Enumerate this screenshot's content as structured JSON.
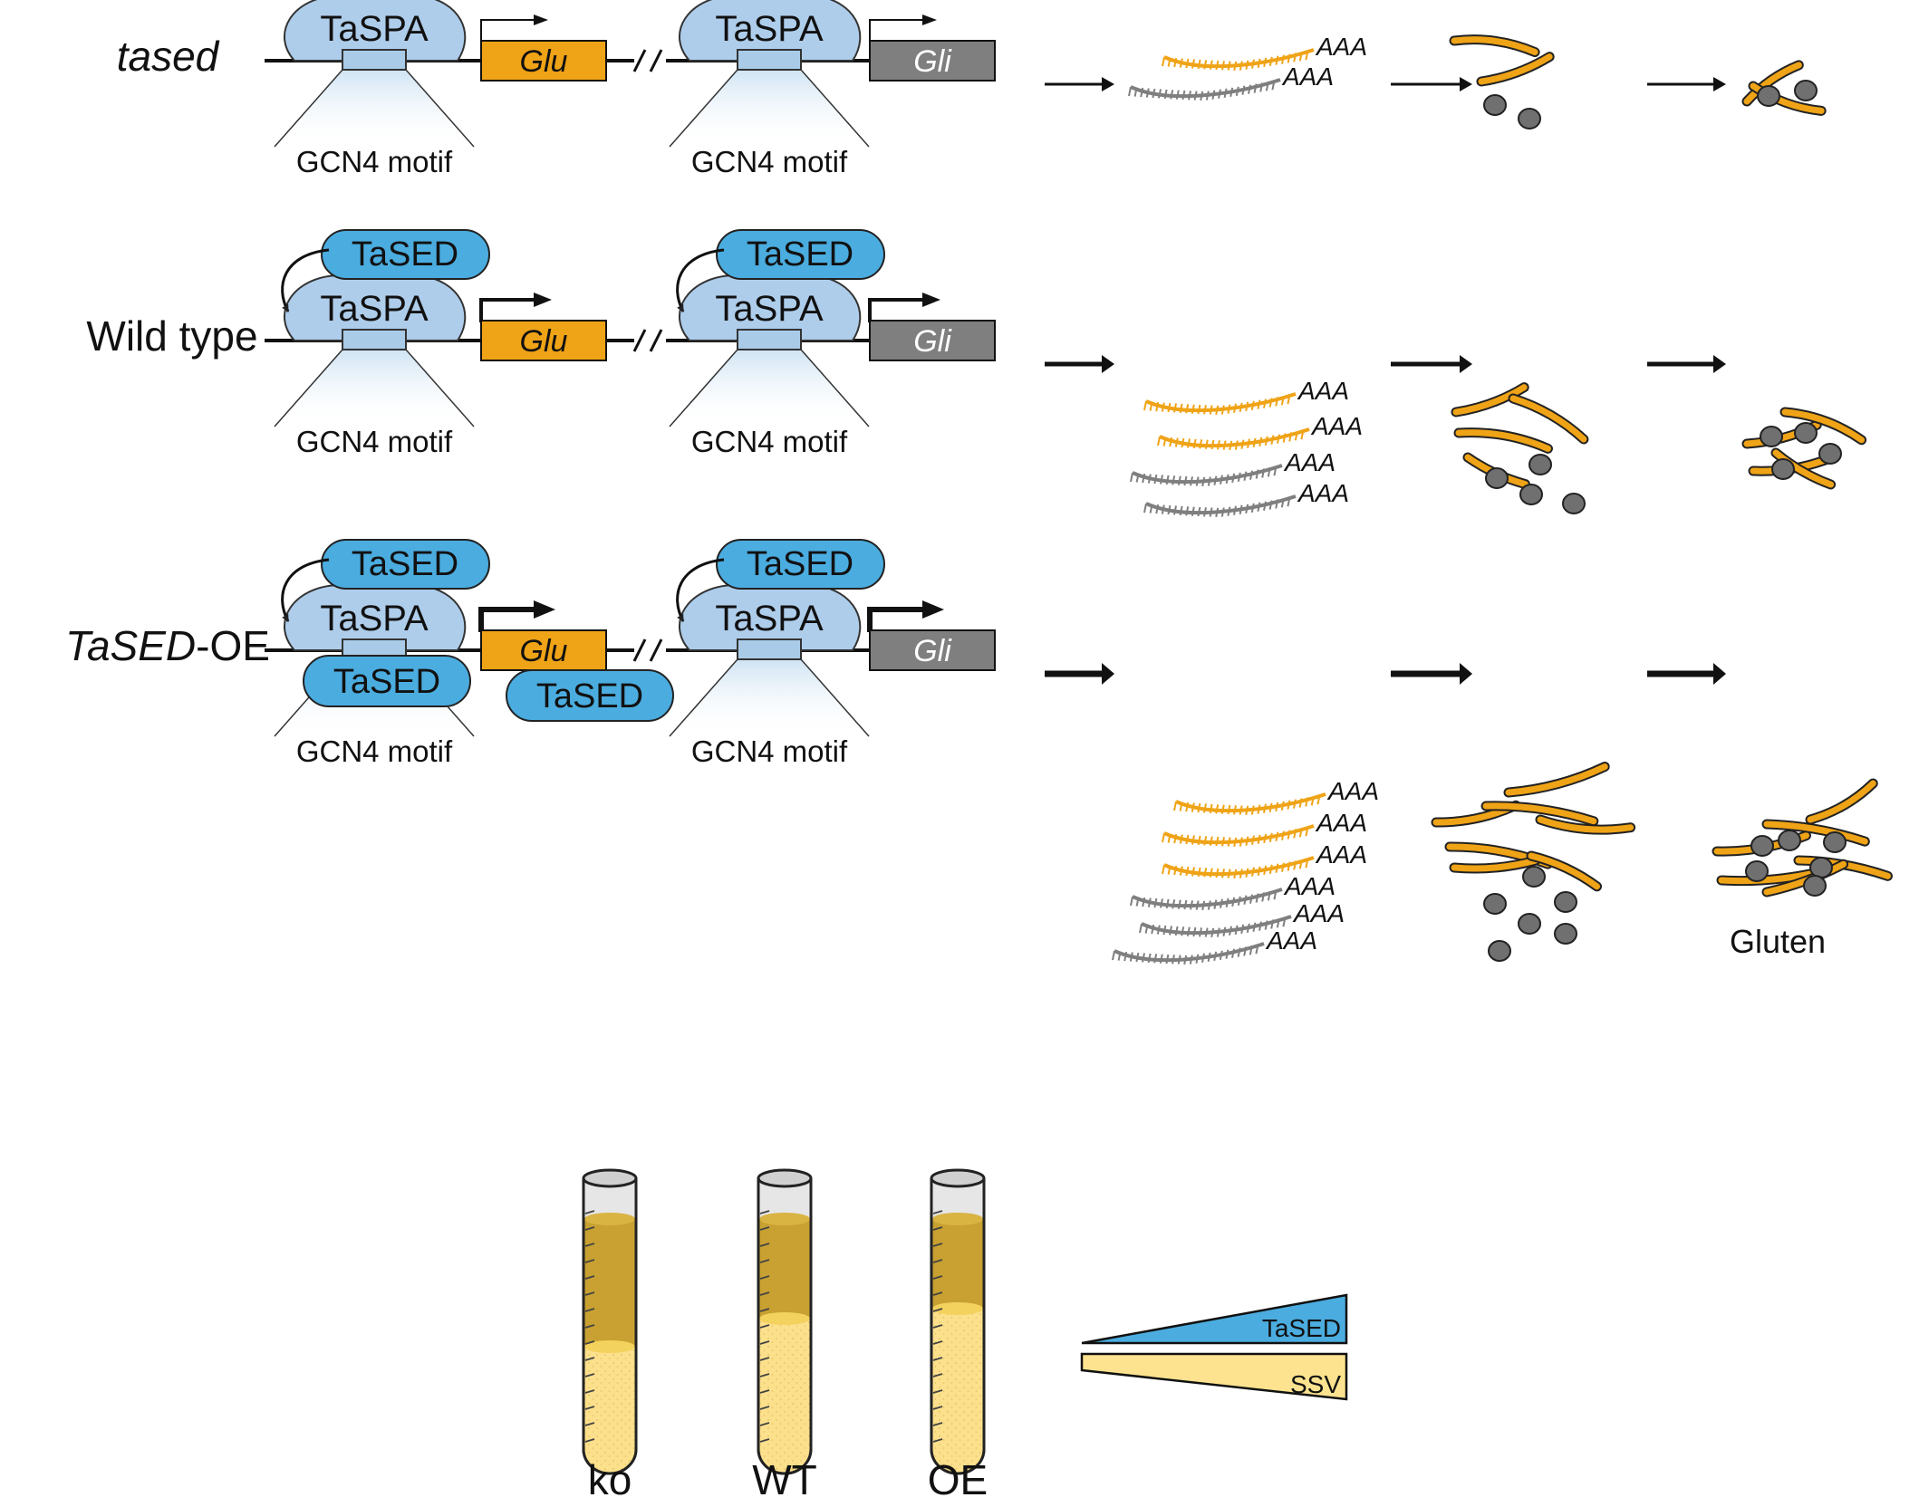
{
  "rows": [
    {
      "label": "tased",
      "label_parts": [
        {
          "t": "tased",
          "italic": true
        }
      ],
      "gene1": "Glu",
      "gene2": "Gli",
      "activator": "TaSPA",
      "motif": "GCN4 motif",
      "partner": null,
      "free_partners": [],
      "mrna_tail": "AAA",
      "product": null
    },
    {
      "label": "Wild type",
      "label_parts": [
        {
          "t": "Wild type",
          "italic": false
        }
      ],
      "gene1": "Glu",
      "gene2": "Gli",
      "activator": "TaSPA",
      "motif": "GCN4 motif",
      "partner": "TaSED",
      "free_partners": [],
      "mrna_tail": "AAA",
      "product": null
    },
    {
      "label": "TaSED-OE",
      "label_parts": [
        {
          "t": "TaSED",
          "italic": true
        },
        {
          "t": "-OE",
          "italic": false
        }
      ],
      "gene1": "Glu",
      "gene2": "Gli",
      "activator": "TaSPA",
      "motif": "GCN4 motif",
      "partner": "TaSED",
      "free_partners": [
        "TaSED",
        "TaSED"
      ],
      "mrna_tail": "AAA",
      "product": "Gluten"
    }
  ],
  "tubes": [
    "ko",
    "WT",
    "OE"
  ],
  "wedges": {
    "top": "TaSED",
    "bottom": "SSV"
  },
  "colors": {
    "glu": "#EFA316",
    "gli": "#7F7F7F",
    "taspa": "#AECDEB",
    "tased": "#4BACDF",
    "motif_glow": "#E4EFF8",
    "tube_liquid": "#FCE08C",
    "tube_sediment": "#C8A132",
    "ssv_wedge": "#FDE38F",
    "tased_wedge": "#4BACDF",
    "outline": "#222222"
  }
}
